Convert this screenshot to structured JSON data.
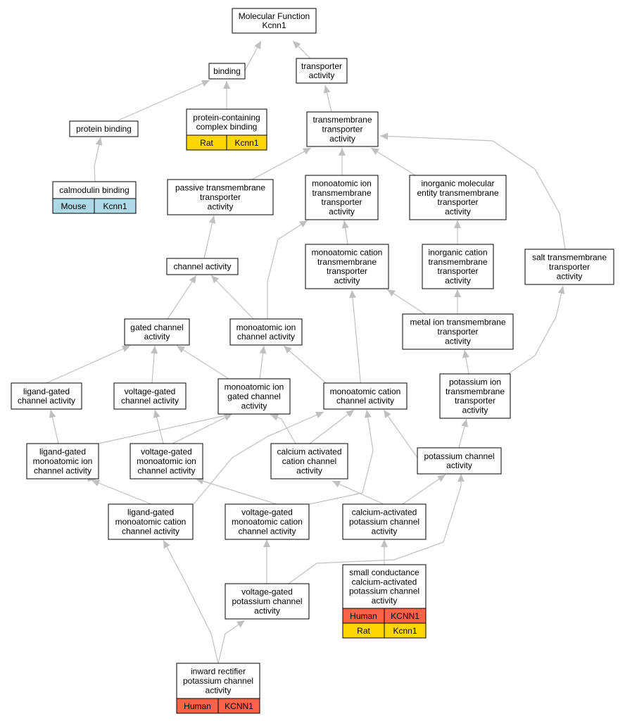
{
  "nodes": {
    "mf_root": [
      "Molecular Function",
      "Kcnn1"
    ],
    "binding": [
      "binding"
    ],
    "transporter_activity": [
      "transporter",
      "activity"
    ],
    "protein_binding": [
      "protein binding"
    ],
    "protein_complex_binding": [
      "protein-containing",
      "complex binding"
    ],
    "transmembrane_transporter": [
      "transmembrane",
      "transporter",
      "activity"
    ],
    "calmodulin_binding": [
      "calmodulin binding"
    ],
    "passive_tm_transporter": [
      "passive transmembrane",
      "transporter",
      "activity"
    ],
    "monoatomic_ion_tm_transporter": [
      "monoatomic ion",
      "transmembrane",
      "transporter",
      "activity"
    ],
    "inorganic_molecular_entity_tm": [
      "inorganic molecular",
      "entity transmembrane",
      "transporter",
      "activity"
    ],
    "channel_activity": [
      "channel activity"
    ],
    "monoatomic_cation_tm_transporter": [
      "monoatomic cation",
      "transmembrane",
      "transporter",
      "activity"
    ],
    "inorganic_cation_tm_transporter": [
      "inorganic cation",
      "transmembrane",
      "transporter",
      "activity"
    ],
    "salt_tm_transporter": [
      "salt transmembrane",
      "transporter",
      "activity"
    ],
    "gated_channel": [
      "gated channel",
      "activity"
    ],
    "monoatomic_ion_channel": [
      "monoatomic ion",
      "channel activity"
    ],
    "metal_ion_tm_transporter": [
      "metal ion transmembrane",
      "transporter",
      "activity"
    ],
    "ligand_gated_channel": [
      "ligand-gated",
      "channel activity"
    ],
    "voltage_gated_channel": [
      "voltage-gated",
      "channel activity"
    ],
    "monoatomic_ion_gated_channel": [
      "monoatomic ion",
      "gated channel",
      "activity"
    ],
    "monoatomic_cation_channel": [
      "monoatomic cation",
      "channel activity"
    ],
    "potassium_ion_tm_transporter": [
      "potassium ion",
      "transmembrane",
      "transporter",
      "activity"
    ],
    "ligand_gated_monoatomic_ion_channel": [
      "ligand-gated",
      "monoatomic ion",
      "channel activity"
    ],
    "voltage_gated_monoatomic_ion_channel": [
      "voltage-gated",
      "monoatomic ion",
      "channel activity"
    ],
    "calcium_activated_cation_channel": [
      "calcium activated",
      "cation channel",
      "activity"
    ],
    "potassium_channel": [
      "potassium channel",
      "activity"
    ],
    "ligand_gated_monoatomic_cation_channel": [
      "ligand-gated",
      "monoatomic cation",
      "channel activity"
    ],
    "voltage_gated_monoatomic_cation_channel": [
      "voltage-gated",
      "monoatomic cation",
      "channel activity"
    ],
    "calcium_activated_potassium_channel": [
      "calcium-activated",
      "potassium channel",
      "activity"
    ],
    "voltage_gated_potassium_channel": [
      "voltage-gated",
      "potassium channel",
      "activity"
    ],
    "small_conductance_ca_k_channel": [
      "small conductance",
      "calcium-activated",
      "potassium channel",
      "activity"
    ],
    "inward_rectifier_k_channel": [
      "inward rectifier",
      "potassium channel",
      "activity"
    ]
  },
  "annotations": {
    "protein_complex_binding": [
      {
        "species": "Rat",
        "gene": "Kcnn1"
      }
    ],
    "calmodulin_binding": [
      {
        "species": "Mouse",
        "gene": "Kcnn1"
      }
    ],
    "small_conductance_ca_k_channel": [
      {
        "species": "Human",
        "gene": "KCNN1"
      },
      {
        "species": "Rat",
        "gene": "Kcnn1"
      }
    ],
    "inward_rectifier_k_channel": [
      {
        "species": "Human",
        "gene": "KCNN1"
      }
    ]
  },
  "colors": {
    "Human": "#ff6347",
    "Rat": "#ffd700",
    "Mouse": "#add8e6",
    "edge": "#c0c0c0",
    "border": "#000000"
  }
}
